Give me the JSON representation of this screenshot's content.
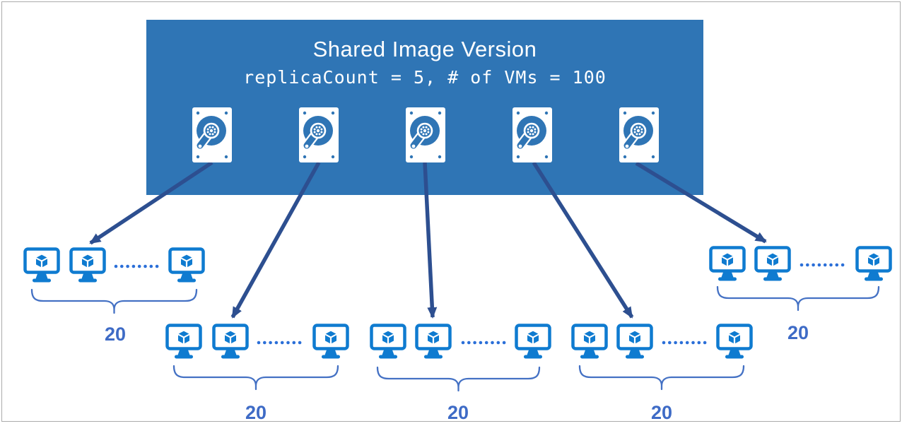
{
  "shared_image": {
    "title": "Shared Image Version",
    "subtitle": "replicaCount = 5, # of VMs = 100",
    "replica_disk_count": 5
  },
  "vm_groups": [
    {
      "count_label": "20",
      "visible_vm_icons": 3,
      "ellipsis_dots": 8
    },
    {
      "count_label": "20",
      "visible_vm_icons": 3,
      "ellipsis_dots": 8
    },
    {
      "count_label": "20",
      "visible_vm_icons": 3,
      "ellipsis_dots": 8
    },
    {
      "count_label": "20",
      "visible_vm_icons": 3,
      "ellipsis_dots": 8
    },
    {
      "count_label": "20",
      "visible_vm_icons": 3,
      "ellipsis_dots": 8
    }
  ],
  "colors": {
    "box": "#2f75b5",
    "icon_fg": "#ffffff",
    "vm": "#0f7bd0",
    "arrow": "#2d4f90",
    "brace": "#4471c4",
    "dots": "#2b6fd8",
    "label": "#3e6bc6",
    "border": "#ababab"
  }
}
